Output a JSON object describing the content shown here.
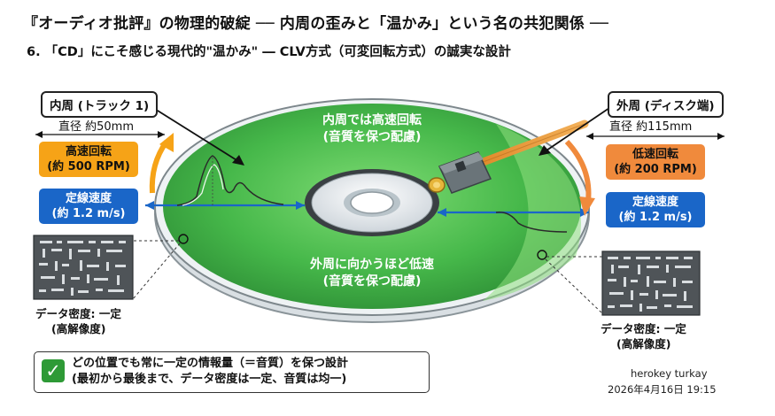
{
  "title": "『オーディオ批評』の物理的破綻 ── 内周の歪みと「温かみ」という名の共犯関係 ──",
  "subtitle": "6. 「CD」にこそ感じる現代的\"温かみ\" ― CLV方式（可変回転方式）の誠実な設計",
  "inner": {
    "tag": "内周 (トラック 1)",
    "diameter": "直径 約50mm",
    "rotation_line1": "高速回転",
    "rotation_line2": "(約 500 RPM)",
    "velocity_line1": "定線速度",
    "velocity_line2": "(約 1.2 m/s)",
    "density_line1": "データ密度: 一定",
    "density_line2": "(高解像度)"
  },
  "outer": {
    "tag": "外周 (ディスク端)",
    "diameter": "直径 約115mm",
    "rotation_line1": "低速回転",
    "rotation_line2": "(約 200 RPM)",
    "velocity_line1": "定線速度",
    "velocity_line2": "(約 1.2 m/s)",
    "density_line1": "データ密度: 一定",
    "density_line2": "(高解像度)"
  },
  "disc": {
    "top_line1": "内周では高速回転",
    "top_line2": "(音質を保つ配慮)",
    "bottom_line1": "外周に向かうほど低速",
    "bottom_line2": "(音質を保つ配慮)"
  },
  "note": {
    "line1": "どの位置でも常に一定の情報量（＝音質）を保つ設計",
    "line2": "(最初から最後まで、データ密度は一定、音質は均一)"
  },
  "signature": {
    "author": "herokey turkay",
    "timestamp": "2026年4月16日 19:15"
  },
  "colors": {
    "disc_green": "#44b24a",
    "disc_green_light": "#6fd06a",
    "inner_orange": "#f6a317",
    "outer_orange": "#f08a3c",
    "velocity_blue": "#1a66c8",
    "check_green": "#2e9a36"
  }
}
